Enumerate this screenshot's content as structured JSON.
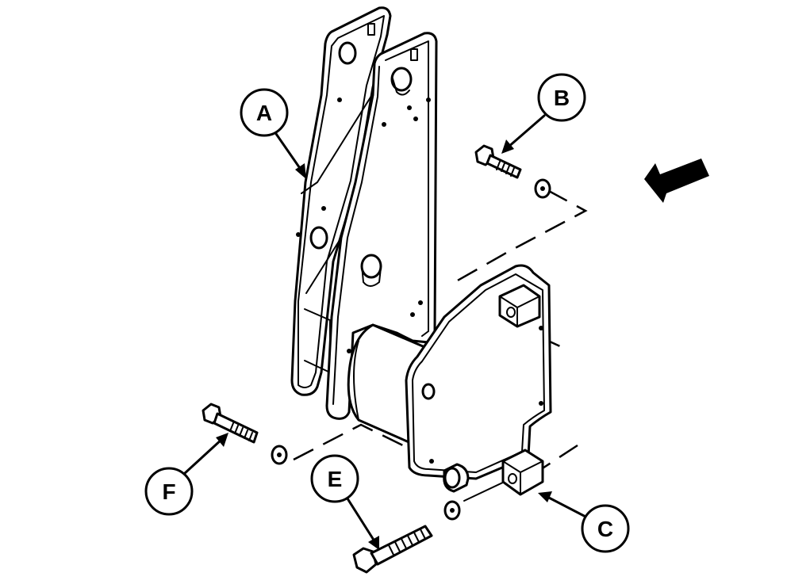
{
  "callouts": {
    "a": "A",
    "b": "B",
    "c": "C",
    "e": "E",
    "f": "F"
  },
  "colors": {
    "line": "#000000",
    "background": "#ffffff"
  },
  "icons": {
    "direction_arrow": "arrow-down-left-icon"
  }
}
